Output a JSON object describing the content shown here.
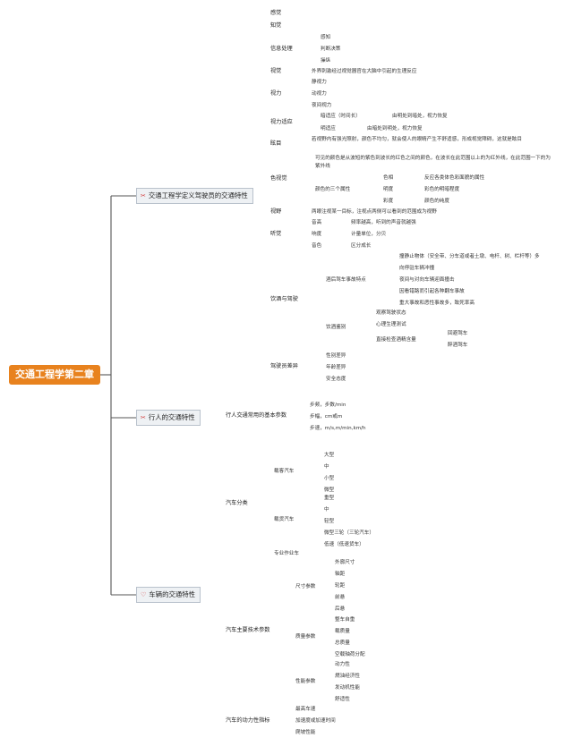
{
  "root": "交通工程学第二章",
  "branches": [
    {
      "label": "交通工程学定义驾驶员的交通特性",
      "icon": "tools-icon",
      "children": [
        {
          "label": "感觉"
        },
        {
          "label": "知觉"
        },
        {
          "label": "信息处理",
          "children": [
            {
              "label": "感知"
            },
            {
              "label": "判断决策"
            },
            {
              "label": "操纵"
            }
          ]
        },
        {
          "label": "视觉",
          "children": [
            {
              "label": "外界刺激经过视觉器官在大脑中引起的生理反应"
            }
          ]
        },
        {
          "label": "视力",
          "children": [
            {
              "label": "静视力"
            },
            {
              "label": "动视力"
            },
            {
              "label": "夜间视力"
            }
          ]
        },
        {
          "label": "视力适应",
          "children": [
            {
              "label": "暗适应（时间长）",
              "children": [
                {
                  "label": "由明处到暗处，视力恢复"
                }
              ]
            },
            {
              "label": "明适应",
              "children": [
                {
                  "label": "由暗处到明处，视力恢复"
                }
              ]
            }
          ]
        },
        {
          "label": "眩目",
          "children": [
            {
              "label": "若视野内有强光照射，颜色不均匀，就会使人的眼睛产生不舒适感，形成视觉障碍，这就是眩目"
            }
          ]
        },
        {
          "label": "色视觉",
          "children": [
            {
              "label": "可见的颜色是从波短的紫色到波长的红色之间的颜色，在波长在此范围以上的为红外线，在此范围一下的为紫外线"
            },
            {
              "label": "颜色的三个属性",
              "children": [
                {
                  "label": "色相",
                  "children": [
                    {
                      "label": "反应各类体色彩面貌的属性"
                    }
                  ]
                },
                {
                  "label": "明度",
                  "children": [
                    {
                      "label": "彩色的明暗程度"
                    }
                  ]
                },
                {
                  "label": "彩度",
                  "children": [
                    {
                      "label": "颜色的纯度"
                    }
                  ]
                }
              ]
            }
          ]
        },
        {
          "label": "视野",
          "children": [
            {
              "label": "两眼注视某一目标，注视点两侧可以看到的范围成为视野"
            }
          ]
        },
        {
          "label": "听觉",
          "children": [
            {
              "label": "音高",
              "children": [
                {
                  "label": "频率越高，听到的声音就越强"
                }
              ]
            },
            {
              "label": "响度",
              "children": [
                {
                  "label": "计量单位，分贝"
                }
              ]
            },
            {
              "label": "音色",
              "children": [
                {
                  "label": "区分成长"
                }
              ]
            }
          ]
        },
        {
          "label": "饮酒与驾驶",
          "children": [
            {
              "label": "酒后驾车事故特点",
              "children": [
                {
                  "label": "撞静止物体（安全带、分车道或者土墩、电杆、树、栏杆等）多"
                },
                {
                  "label": "向停驻车辆冲撞"
                },
                {
                  "label": "夜间与对向车辆迎面撞击"
                },
                {
                  "label": "因看错路而引起各种翻车事故"
                },
                {
                  "label": "重大事故和恶性事故多，致死率高"
                }
              ]
            },
            {
              "label": "饮酒鉴别",
              "children": [
                {
                  "label": "观察驾驶状态"
                },
                {
                  "label": "心理生理测试"
                },
                {
                  "label": "直接检查酒精含量",
                  "children": [
                    {
                      "label": "回避驾车"
                    },
                    {
                      "label": "醉酒驾车"
                    }
                  ]
                }
              ]
            }
          ]
        },
        {
          "label": "驾驶员差异",
          "children": [
            {
              "label": "性别差异"
            },
            {
              "label": "年龄差异"
            },
            {
              "label": "安全态度"
            }
          ]
        }
      ]
    },
    {
      "label": "行人的交通特性",
      "icon": "tools-icon",
      "children": [
        {
          "label": "行人交通常用的基本参数",
          "children": [
            {
              "label": "步频，步数/min"
            },
            {
              "label": "步幅，cm或m"
            },
            {
              "label": "步速，m/s,m/min,km/h"
            }
          ]
        }
      ]
    },
    {
      "label": "车辆的交通特性",
      "icon": "heart-icon",
      "children": [
        {
          "label": "汽车分类",
          "children": [
            {
              "label": "载客汽车",
              "children": [
                {
                  "label": "大型"
                },
                {
                  "label": "中"
                },
                {
                  "label": "小型"
                },
                {
                  "label": "微型"
                }
              ]
            },
            {
              "label": "载货汽车",
              "children": [
                {
                  "label": "重型"
                },
                {
                  "label": "中"
                },
                {
                  "label": "轻型"
                },
                {
                  "label": "微型三轮（三轮汽车）"
                },
                {
                  "label": "低速（低速货车）"
                }
              ]
            },
            {
              "label": "专业作业车"
            }
          ]
        },
        {
          "label": "汽车主要技术参数",
          "children": [
            {
              "label": "尺寸参数",
              "children": [
                {
                  "label": "外廓尺寸"
                },
                {
                  "label": "轴距"
                },
                {
                  "label": "轮距"
                },
                {
                  "label": "前悬"
                },
                {
                  "label": "后悬"
                }
              ]
            },
            {
              "label": "质量参数",
              "children": [
                {
                  "label": "整车自重"
                },
                {
                  "label": "载质量"
                },
                {
                  "label": "总质量"
                },
                {
                  "label": "空载轴荷分配"
                }
              ]
            },
            {
              "label": "性能参数",
              "children": [
                {
                  "label": "动力性"
                },
                {
                  "label": "燃油经济性"
                },
                {
                  "label": "发动机性能"
                },
                {
                  "label": "舒适性"
                }
              ]
            }
          ]
        },
        {
          "label": "汽车的动力性指标",
          "children": [
            {
              "label": "最高车速"
            },
            {
              "label": "加速度或加速时间"
            },
            {
              "label": "爬坡性能"
            }
          ]
        }
      ]
    }
  ]
}
